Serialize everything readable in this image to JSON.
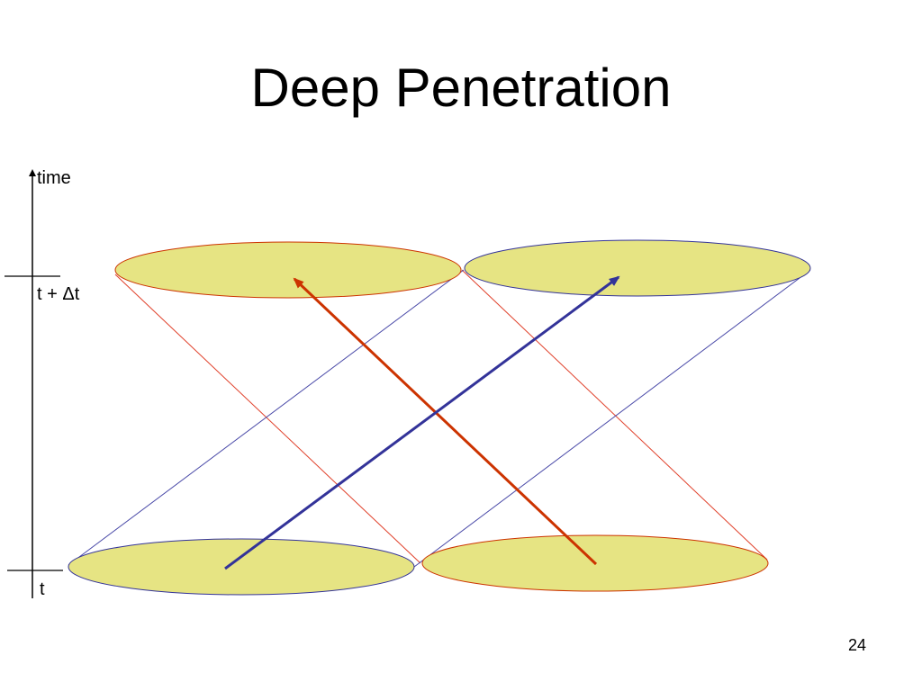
{
  "slide": {
    "title": "Deep Penetration",
    "page_number": "24"
  },
  "diagram": {
    "axis": {
      "label": "time",
      "tick_upper_label": "t + Δt",
      "tick_lower_label": "t"
    },
    "colors": {
      "ellipse_fill": "#e6e483",
      "red": "#cc3300",
      "blue": "#333399",
      "cone_red": "#e0402a",
      "cone_blue": "#4a4aa8",
      "axis": "#000000"
    }
  }
}
